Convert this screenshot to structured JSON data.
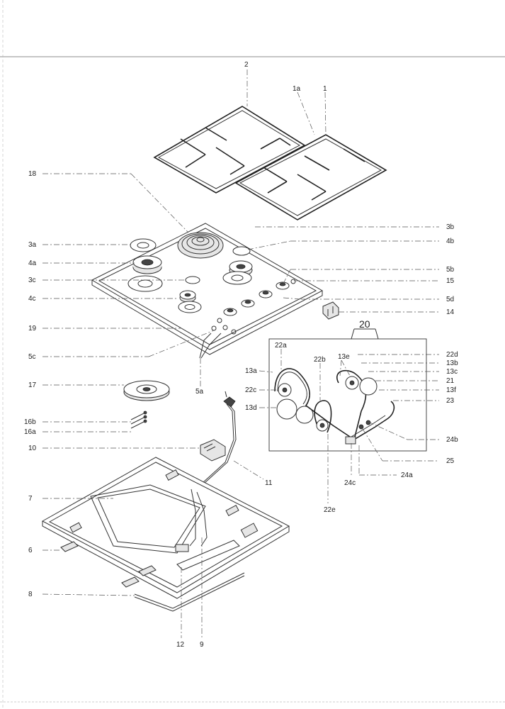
{
  "labels": {
    "l2": "2",
    "l1a": "1a",
    "l1": "1",
    "l18": "18",
    "l3a": "3a",
    "l4a": "4a",
    "l3c": "3c",
    "l4c": "4c",
    "l19": "19",
    "l5c": "5c",
    "l5a": "5a",
    "l17": "17",
    "l16b": "16b",
    "l16a": "16a",
    "l10": "10",
    "l7": "7",
    "l6": "6",
    "l8": "8",
    "l12": "12",
    "l9": "9",
    "l11": "11",
    "l3b": "3b",
    "l4b": "4b",
    "l5b": "5b",
    "l15": "15",
    "l5d": "5d",
    "l14": "14",
    "l20": "20",
    "l22a": "22a",
    "l22b": "22b",
    "l13e": "13e",
    "l22d": "22d",
    "l13b": "13b",
    "l13c": "13c",
    "l21": "21",
    "l13f": "13f",
    "l23": "23",
    "l13a": "13a",
    "l22c": "22c",
    "l13d": "13d",
    "l24b": "24b",
    "l25": "25",
    "l24a": "24a",
    "l24c": "24c",
    "l22e": "22e"
  }
}
